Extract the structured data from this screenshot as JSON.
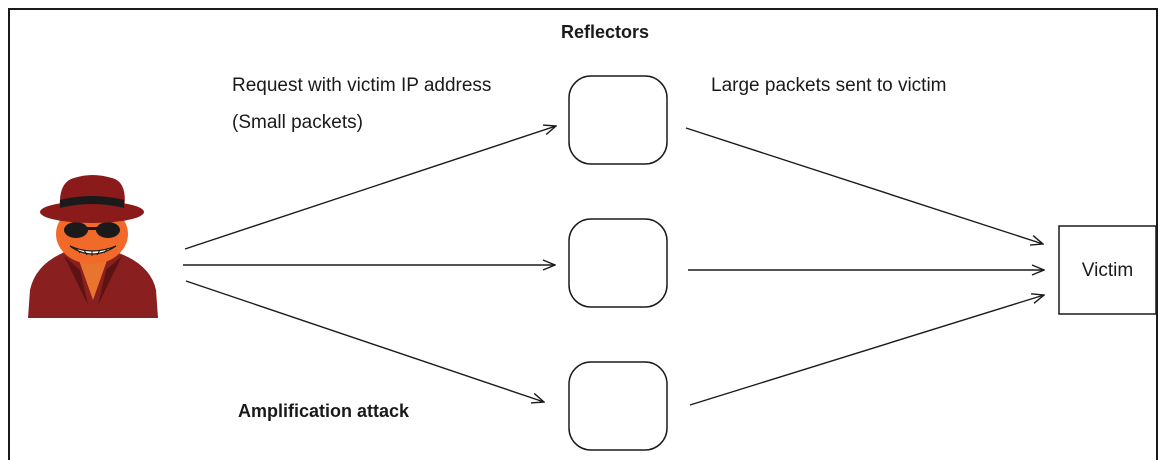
{
  "labels": {
    "title": "Reflectors",
    "request_line1": "Request with victim IP address",
    "request_line2": "(Small packets)",
    "large_packets": "Large packets sent to victim",
    "caption": "Amplification attack",
    "victim": "Victim"
  },
  "colors": {
    "stroke": "#1a1a1a",
    "attacker_hat": "#8b1a1a",
    "attacker_face": "#f26a2a",
    "attacker_coat": "#8a1f1f"
  },
  "icons": {
    "attacker": "hacker-icon"
  }
}
